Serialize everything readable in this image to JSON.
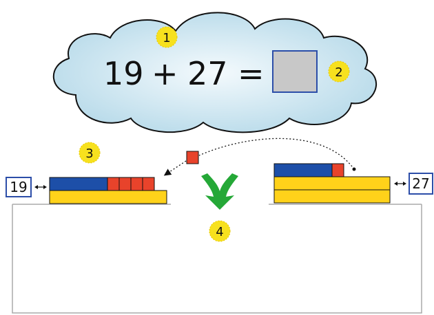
{
  "equation": {
    "left": "19",
    "operator": "+",
    "right": "27",
    "equals": "="
  },
  "step_badges": [
    "1",
    "2",
    "3",
    "4"
  ],
  "left_label": "19",
  "right_label": "27",
  "colors": {
    "cloud_fill": "#cfe6f1",
    "answer_box_fill": "#c8c8c8",
    "answer_box_border": "#2b4da8",
    "badge_fill": "#f7e11e",
    "ten_bar": "#ffd21a",
    "blue_bar": "#1d4fa8",
    "unit_cube": "#e8432b",
    "arrow_green": "#25a837",
    "table_line": "#aaaaaa"
  }
}
